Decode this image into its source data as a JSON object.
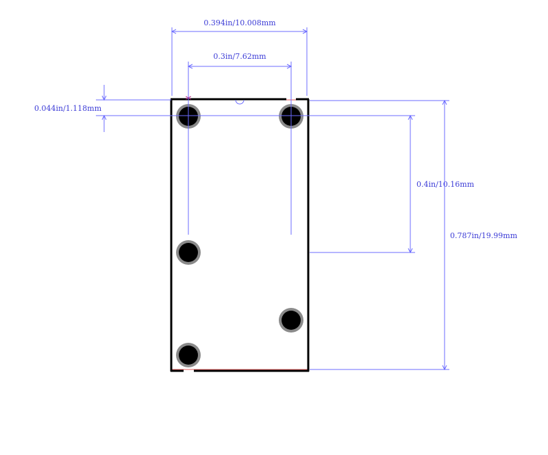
{
  "dimensions": {
    "overall_width": "0.394in/10.008mm",
    "pin_spacing_x": "0.3in/7.62mm",
    "pin_offset_y": "0.044in/1.118mm",
    "pin_spacing_y": "0.4in/10.16mm",
    "overall_height": "0.787in/19.99mm"
  },
  "pin1_marker": "*",
  "colors": {
    "dimension": "#3b3bd6",
    "outline": "#000000",
    "pad_ring": "#8a8a8a",
    "pad_center": "#000000",
    "pin1_marker": "#b0107a",
    "keepout": "#e05a5a"
  }
}
